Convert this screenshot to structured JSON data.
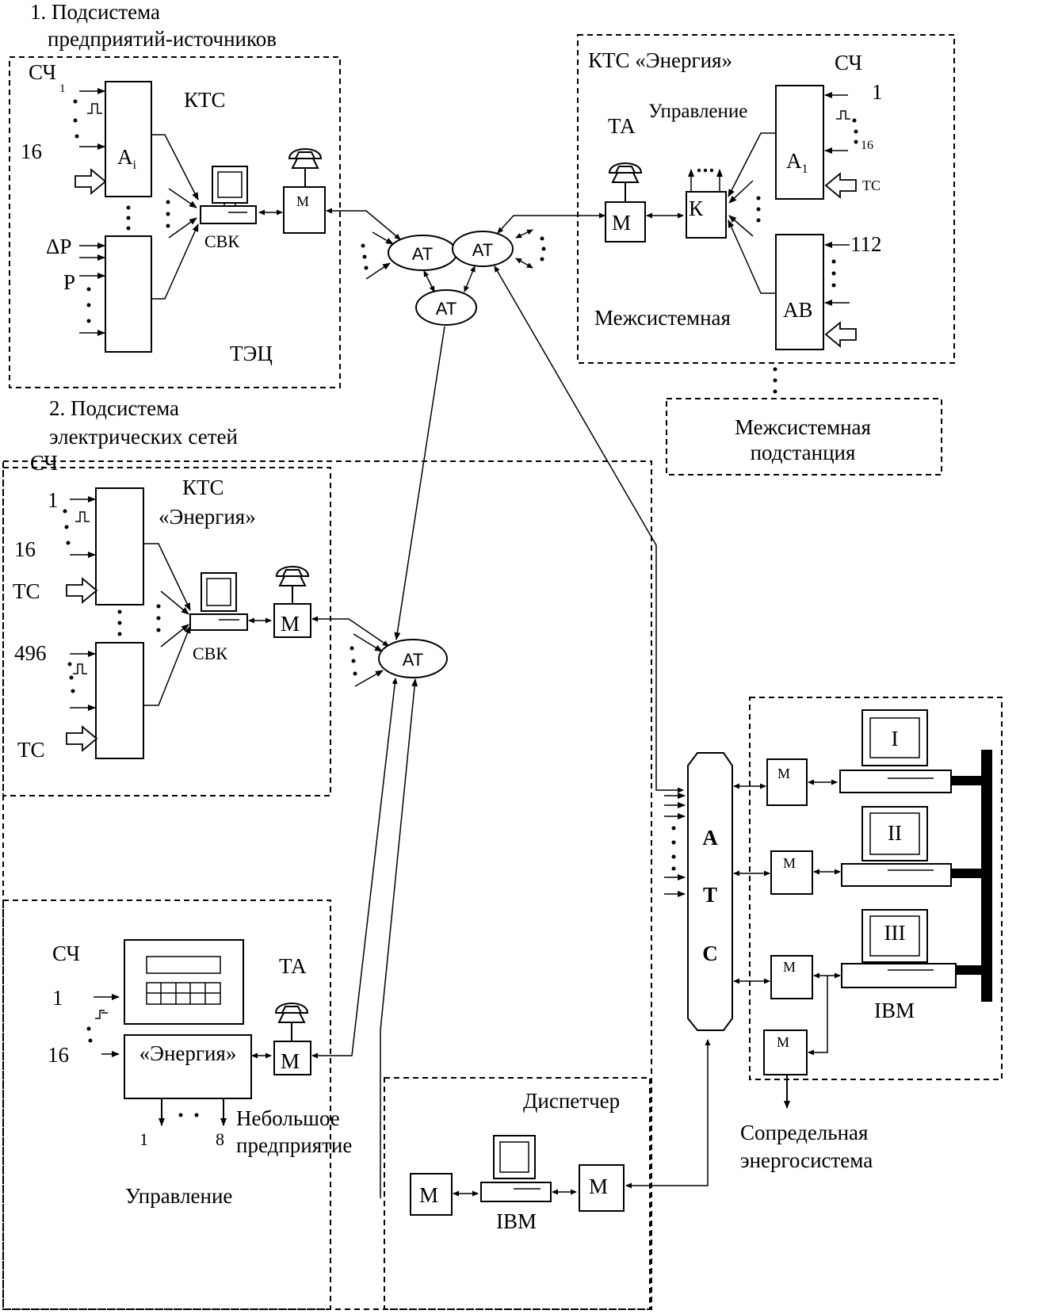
{
  "subsystems": {
    "sources_title_line1": "1. Подсистема",
    "sources_title_line2": "предприятий-источников",
    "networks_title_line1": "2. Подсистема",
    "networks_title_line2": "электрических сетей"
  },
  "tec": {
    "sch": "СЧ",
    "n1": "1",
    "n16": "16",
    "kts": "КТС",
    "ai": "A",
    "ai_sub": "i",
    "dp": "ΔP",
    "p": "P",
    "svk": "СВК",
    "m": "М",
    "tec_label": "ТЭЦ"
  },
  "energy_top": {
    "title": "КТС «Энергия»",
    "sch": "СЧ",
    "n1": "1",
    "n16": "16",
    "ta": "ТА",
    "control": "Управление",
    "k": "К",
    "m": "М",
    "a1": "A",
    "a1_sub": "1",
    "tc": "ТС",
    "n112": "112",
    "ab": "АВ",
    "intersystem": "Межсистемная"
  },
  "substation": {
    "line1": "Межсистемная",
    "line2": "подстанция"
  },
  "at": {
    "at1": "АТ",
    "at2": "АТ",
    "at3": "АТ",
    "at4": "АТ"
  },
  "networks": {
    "sch": "СЧ",
    "kts_line1": "КТС",
    "kts_line2": "«Энергия»",
    "n1": "1",
    "n16": "16",
    "tc1": "ТС",
    "n496": "496",
    "tc2": "ТС",
    "svk": "СВК",
    "m": "М"
  },
  "small": {
    "sch": "СЧ",
    "n1": "1",
    "n16": "16",
    "energy": "«Энергия»",
    "ta": "ТА",
    "m": "М",
    "out1": "1",
    "out8": "8",
    "label_line1": "Небольшое",
    "label_line2": "предприятие",
    "control": "Управление"
  },
  "ats": {
    "a": "А",
    "t": "Т",
    "c": "С"
  },
  "dispatcher": {
    "title": "Диспетчер",
    "m1": "М",
    "m2": "М",
    "ibm": "IBM"
  },
  "cluster": {
    "m1": "М",
    "m2": "М",
    "m3": "М",
    "m4": "М",
    "pc1": "I",
    "pc2": "II",
    "pc3": "III",
    "ibm": "IBM",
    "neighbor_line1": "Сопредельная",
    "neighbor_line2": "энергосистема"
  }
}
